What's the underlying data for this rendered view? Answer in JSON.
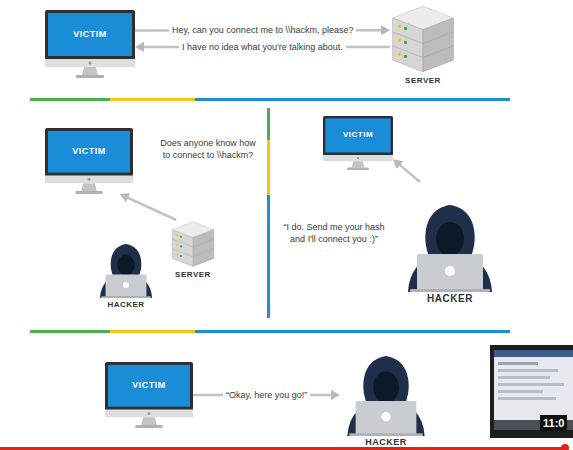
{
  "diagram": {
    "nodes": [
      {
        "text": [
          "VICTIM"
        ]
      },
      {
        "text": [
          "SERVER"
        ]
      },
      {
        "text": [
          "VICTIM"
        ]
      },
      {
        "text": [
          "SERVER"
        ]
      },
      {
        "text": [
          "HACKER"
        ]
      },
      {
        "text": [
          "VICTIM"
        ]
      },
      {
        "text": [
          "HACKER"
        ]
      },
      {
        "text": [
          "VICTIM"
        ]
      },
      {
        "text": [
          "HACKER"
        ]
      }
    ],
    "edges": [
      {
        "from": 0,
        "to": 1,
        "arrow": "to",
        "label": "Hey, can you connect me to \\\\hackm, please?"
      },
      {
        "from": 1,
        "to": 0,
        "arrow": "to",
        "label": "I have no idea what you're talking about."
      },
      {
        "from": 3,
        "to": 2,
        "arrow": "to"
      },
      {
        "from": 6,
        "to": 5,
        "arrow": "to"
      },
      {
        "from": 7,
        "to": 8,
        "arrow": "to",
        "label": "“Okay, here you go!”"
      }
    ],
    "labels": [
      "Does anyone know how to connect to \\\\hackm?",
      "“I do. Send me your hash and I'll connect you :)”",
      "11:0"
    ]
  }
}
